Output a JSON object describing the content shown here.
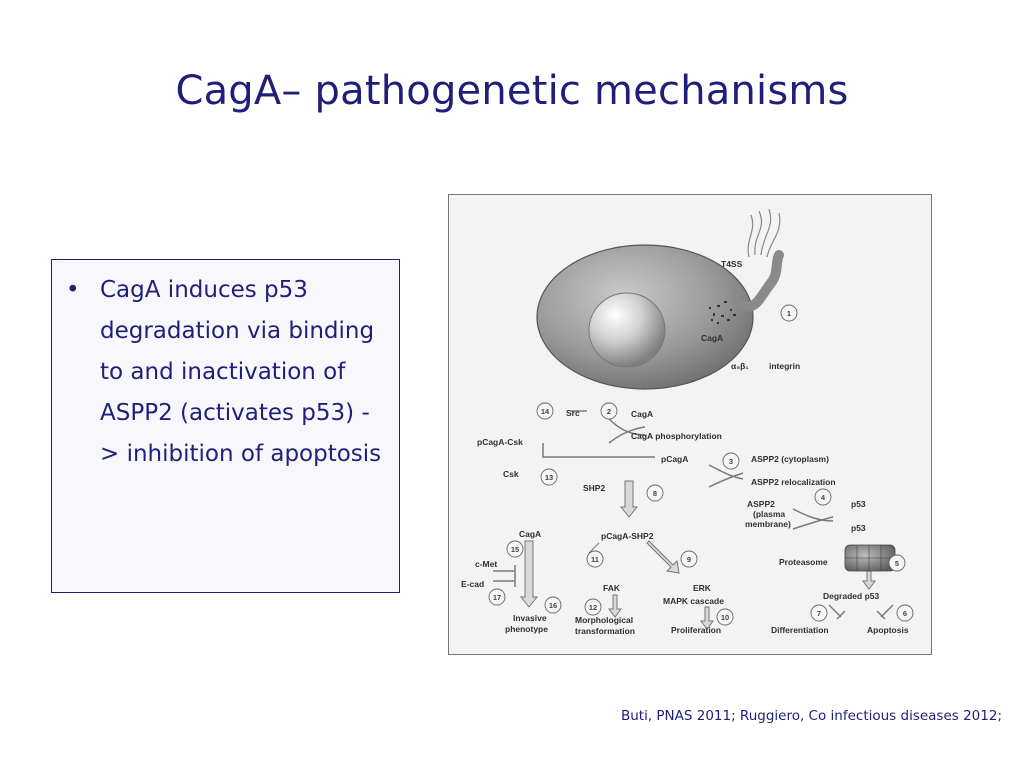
{
  "slide": {
    "title": "CagA– pathogenetic mechanisms",
    "bullet": "CagA induces p53 degradation via binding to and inactivation of ASPP2 (activates p53) -> inhibition of apoptosis",
    "bullet_marker": "•",
    "citation": "Buti, PNAS 2011; Ruggiero, Co infectious diseases 2012;"
  },
  "figure": {
    "labels": {
      "t4ss": "T4SS",
      "caga_cell": "CagA",
      "alpha_beta": "α₅β₁",
      "integrin": "integrin",
      "src": "Src",
      "caga_top": "CagA",
      "caga_phos": "CagA phosphorylation",
      "pcaga_csk": "pCagA-Csk",
      "pcaga": "pCagA",
      "csk": "Csk",
      "aspp2_cyto": "ASPP2 (cytoplasm)",
      "aspp2_reloc": "ASPP2 relocalization",
      "shp2": "SHP2",
      "aspp2_pm_1": "ASPP2",
      "aspp2_pm_2": "(plasma",
      "aspp2_pm_3": "membrane)",
      "p53_a": "p53",
      "p53_b": "p53",
      "caga_left": "CagA",
      "pcaga_shp2": "pCagA-SHP2",
      "cmet": "c-Met",
      "ecad": "E-cad",
      "proteasome": "Proteasome",
      "fak": "FAK",
      "erk": "ERK",
      "mapk": "MAPK cascade",
      "degraded_p53": "Degraded p53",
      "invasive_1": "Invasive",
      "invasive_2": "phenotype",
      "morph_1": "Morphological",
      "morph_2": "transformation",
      "proliferation": "Proliferation",
      "differentiation": "Differentiation",
      "apoptosis": "Apoptosis"
    },
    "steps": [
      "1",
      "2",
      "3",
      "4",
      "5",
      "6",
      "7",
      "8",
      "9",
      "10",
      "11",
      "12",
      "13",
      "14",
      "15",
      "16",
      "17"
    ]
  }
}
